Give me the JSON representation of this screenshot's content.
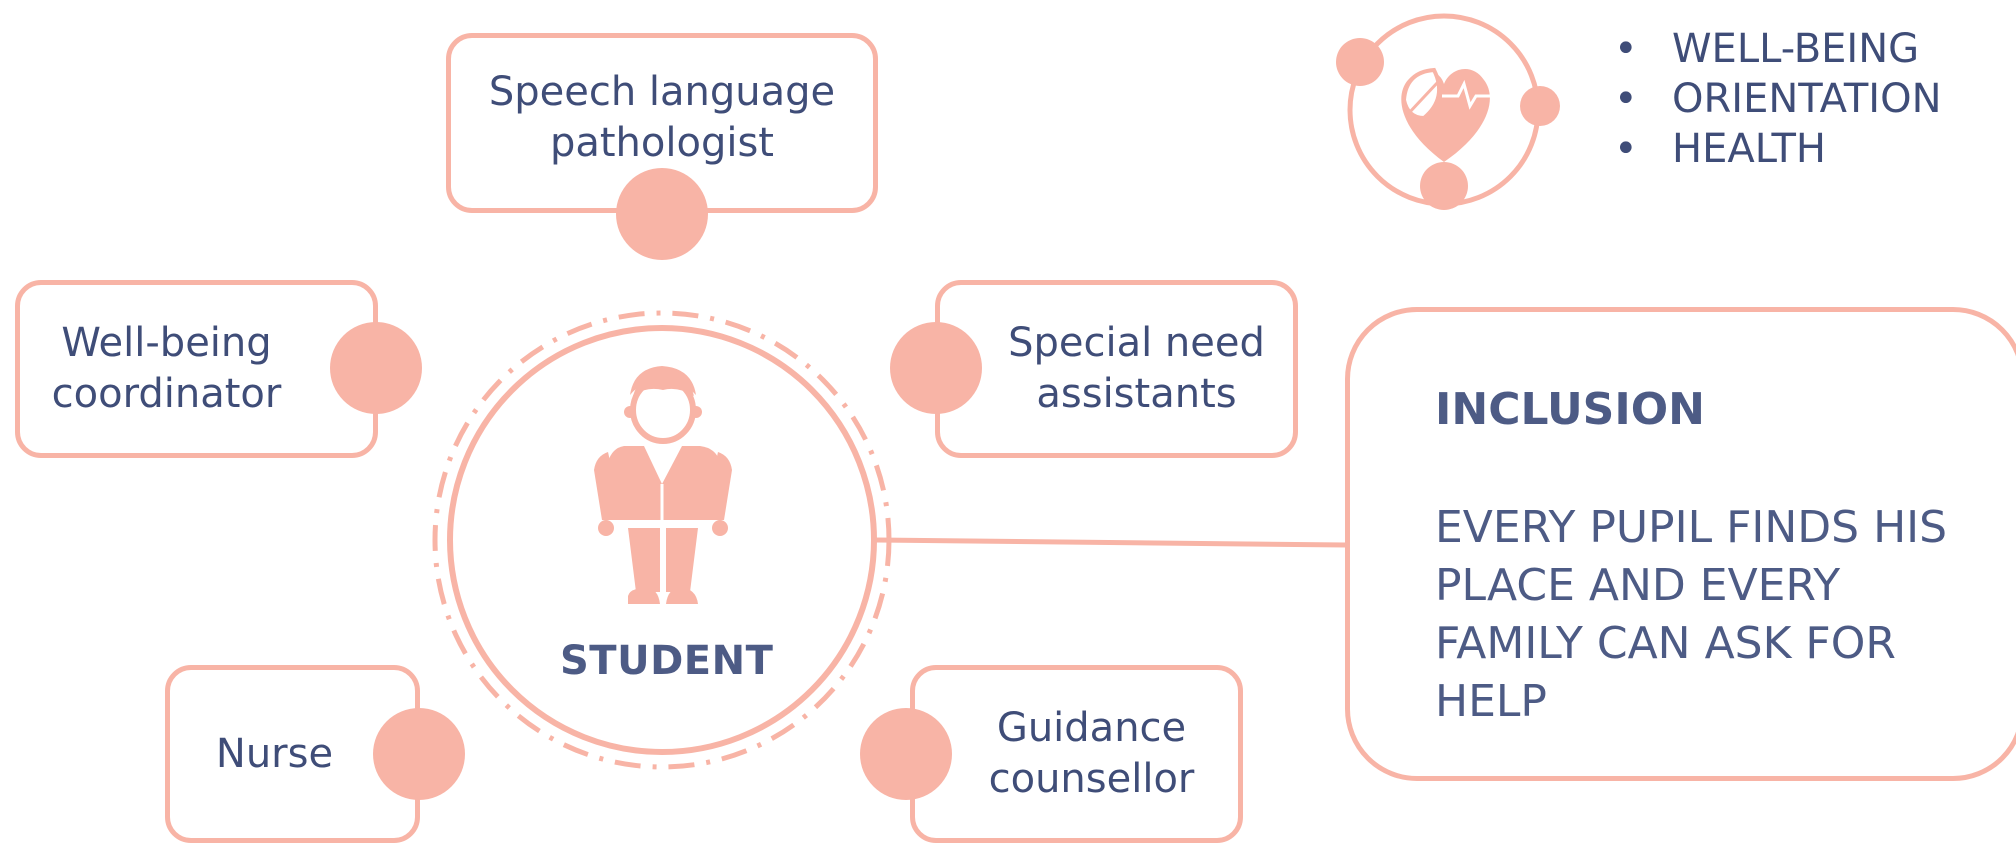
{
  "roles": {
    "speech_language_pathologist": "Speech language\npathologist",
    "wellbeing_coordinator": "Well-being\ncoordinator",
    "special_need_assistants": "Special need\nassistants",
    "nurse": "Nurse",
    "guidance_counsellor": "Guidance\ncounsellor"
  },
  "center": {
    "label": "STUDENT",
    "icon": "student-icon"
  },
  "health_badge": {
    "icon": "heart-leaf-pulse-icon",
    "bullets": [
      "WELL-BEING",
      "ORIENTATION",
      "HEALTH"
    ]
  },
  "inclusion": {
    "title": "INCLUSION",
    "body": "EVERY PUPIL FINDS HIS PLACE AND EVERY FAMILY CAN ASK FOR HELP"
  },
  "colors": {
    "accent": "#f8b4a6",
    "text": "#3f4d78",
    "heading": "#4d5b85"
  }
}
